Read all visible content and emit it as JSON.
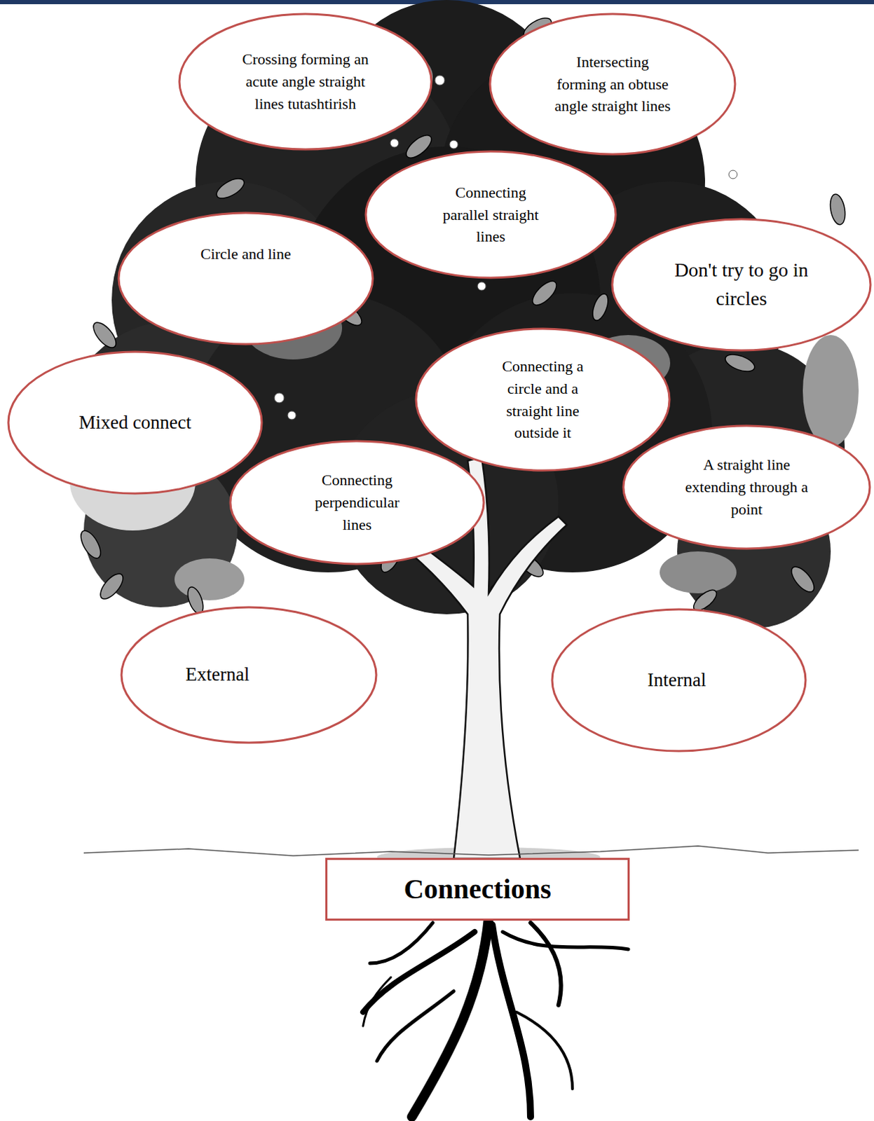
{
  "diagram": {
    "nodes": [
      {
        "text": [
          "Crossing forming an acute angle straight lines tutashtirish"
        ]
      },
      {
        "text": [
          "Intersecting forming an obtuse angle straight lines"
        ]
      },
      {
        "text": [
          "Circle and line"
        ]
      },
      {
        "text": [
          "Connecting parallel straight lines"
        ]
      },
      {
        "text": [
          "Don't try to go in circles"
        ]
      },
      {
        "text": [
          "Mixed connect"
        ]
      },
      {
        "text": [
          "Connecting a circle and a straight line outside it"
        ]
      },
      {
        "text": [
          "A straight line extending through a point"
        ]
      },
      {
        "text": [
          "Connecting perpendicular lines"
        ]
      },
      {
        "text": [
          "External"
        ]
      },
      {
        "text": [
          "Internal"
        ]
      },
      {
        "text": [
          "Connections"
        ]
      }
    ]
  }
}
